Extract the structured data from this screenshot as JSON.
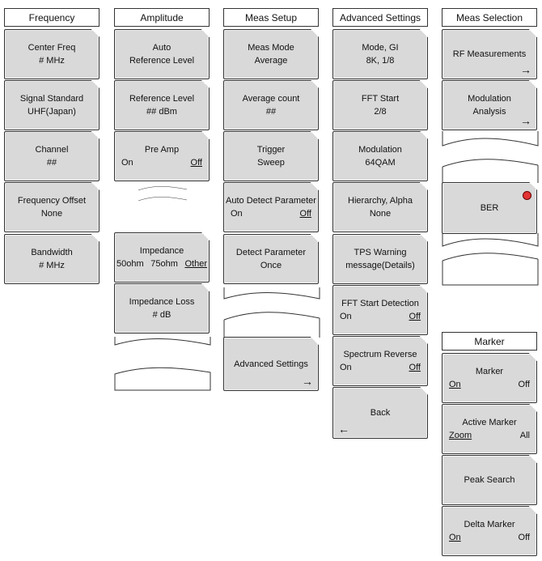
{
  "frequency": {
    "title": "Frequency",
    "keys": [
      {
        "l1": "Center Freq",
        "l2": "# MHz"
      },
      {
        "l1": "Signal Standard",
        "l2": "UHF(Japan)"
      },
      {
        "l1": "Channel",
        "l2": "##"
      },
      {
        "l1": "Frequency Offset",
        "l2": "None"
      },
      {
        "l1": "Bandwidth",
        "l2": "# MHz"
      }
    ]
  },
  "amplitude": {
    "title": "Amplitude",
    "auto_ref": {
      "l1": "Auto",
      "l2": "Reference Level"
    },
    "ref_level": {
      "l1": "Reference Level",
      "l2": "## dBm"
    },
    "pre_amp": {
      "l1": "Pre Amp",
      "on": "On",
      "off": "Off"
    },
    "impedance": {
      "l1": "Impedance",
      "a": "50ohm",
      "b": "75ohm",
      "c": "Other"
    },
    "impedance_loss": {
      "l1": "Impedance Loss",
      "l2": "# dB"
    }
  },
  "meas_setup": {
    "title": "Meas Setup",
    "meas_mode": {
      "l1": "Meas Mode",
      "l2": "Average"
    },
    "average_count": {
      "l1": "Average count",
      "l2": "##"
    },
    "trigger": {
      "l1": "Trigger",
      "l2": "Sweep"
    },
    "auto_detect": {
      "l1": "Auto Detect Parameter",
      "on": "On",
      "off": "Off"
    },
    "detect_param": {
      "l1": "Detect Parameter",
      "l2": "Once"
    },
    "advanced": {
      "l1": "Advanced Settings",
      "arrow": "→"
    }
  },
  "advanced_settings": {
    "title": "Advanced Settings",
    "mode_gi": {
      "l1": "Mode, GI",
      "l2": "8K, 1/8"
    },
    "fft_start": {
      "l1": "FFT Start",
      "l2": "2/8"
    },
    "modulation": {
      "l1": "Modulation",
      "l2": "64QAM"
    },
    "hierarchy": {
      "l1": "Hierarchy, Alpha",
      "l2": "None"
    },
    "tps_warning": {
      "l1": "TPS Warning",
      "l2": "message(Details)"
    },
    "fft_detect": {
      "l1": "FFT Start Detection",
      "on": "On",
      "off": "Off"
    },
    "spectrum_rev": {
      "l1": "Spectrum Reverse",
      "on": "On",
      "off": "Off"
    },
    "back": {
      "l1": "Back",
      "arrow": "←"
    }
  },
  "meas_selection": {
    "title": "Meas Selection",
    "rf": {
      "l1": "RF Measurements",
      "arrow": "→"
    },
    "modulation": {
      "l1": "Modulation",
      "l2": "Analysis",
      "arrow": "→"
    },
    "ber": {
      "l1": "BER"
    },
    "led_color": "#e33333"
  },
  "marker": {
    "title": "Marker",
    "marker": {
      "l1": "Marker",
      "on": "On",
      "off": "Off"
    },
    "active_marker": {
      "l1": "Active Marker",
      "zoom": "Zoom",
      "all": "All"
    },
    "peak_search": {
      "l1": "Peak Search"
    },
    "delta_marker": {
      "l1": "Delta Marker",
      "on": "On",
      "off": "Off"
    }
  }
}
